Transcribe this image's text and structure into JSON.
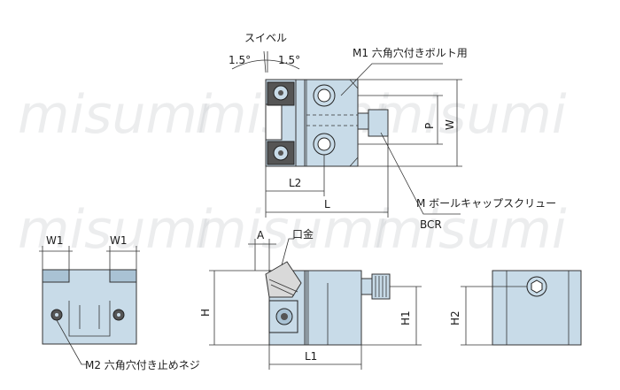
{
  "watermark": "misumi",
  "labels": {
    "swivel": "スイベル",
    "angle_left": "1.5°",
    "angle_right": "1.5°",
    "m1": "M1 六角穴付きボルト用",
    "p": "P",
    "w": "W",
    "l2": "L2",
    "l": "L",
    "m_screw": "M ボールキャップスクリュー",
    "bcr": "BCR",
    "w1_left": "W1",
    "w1_right": "W1",
    "a": "A",
    "kuchigane": "口金",
    "h": "H",
    "h1": "H1",
    "h2": "H2",
    "l1": "L1",
    "m2": "M2 六角穴付き止めネジ"
  },
  "colors": {
    "body": "#c8dbe8",
    "outline": "#333333",
    "dark": "#555555"
  }
}
